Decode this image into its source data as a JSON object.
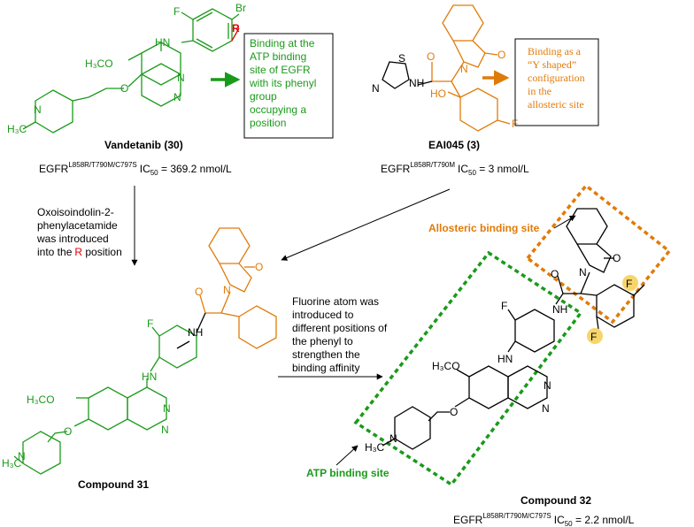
{
  "compounds": {
    "vandetanib": {
      "name": "Vandetanib (30)",
      "activity_prefix": "EGFR",
      "mutation": "L858R/T790M/C797S",
      "ic_label": "IC",
      "ic_sub": "50",
      "value": " = 369.2 nmol/L"
    },
    "eai045": {
      "name": "EAI045 (3)",
      "activity_prefix": "EGFR",
      "mutation": "L858R/T790M",
      "ic_label": "IC",
      "ic_sub": "50",
      "value": " = 3 nmol/L"
    },
    "compound31": {
      "name": "Compound 31"
    },
    "compound32": {
      "name": "Compound 32",
      "activity_prefix": "EGFR",
      "mutation": "L858R/T790M/C797S",
      "ic_label": "IC",
      "ic_sub": "50",
      "value": " = 2.2 nmol/L"
    }
  },
  "notes": {
    "vandetanib_box": [
      "Binding at the",
      "ATP binding",
      "site of EGFR",
      "with its phenyl",
      "group",
      "occupying a",
      "position"
    ],
    "eai045_box": [
      "Binding as a",
      "“Y shaped”",
      "configuration",
      "in the",
      "allosteric site"
    ],
    "step1": [
      "Oxoisoindolin-2-",
      "phenylacetamide",
      "was introduced",
      "into the"
    ],
    "step1_r": "R",
    "step1_tail": " position",
    "step2": [
      "Fluorine atom was",
      "introduced to",
      "different positions of",
      "the phenyl to",
      "strengthen the",
      "binding affinity"
    ],
    "allosteric_label": "Allosteric binding site",
    "atp_label": "ATP binding site"
  },
  "atoms": {
    "F": "F",
    "Br": "Br",
    "R": "R",
    "HN": "HN",
    "NH": "NH",
    "N": "N",
    "O": "O",
    "S": "S",
    "H3CO": "H₃CO",
    "H3C": "H₃C",
    "HO": "HO"
  },
  "colors": {
    "green": "#1a9a1a",
    "orange": "#e07b0a",
    "red": "#e00000",
    "fluorine_highlight": "#f7d56b"
  }
}
